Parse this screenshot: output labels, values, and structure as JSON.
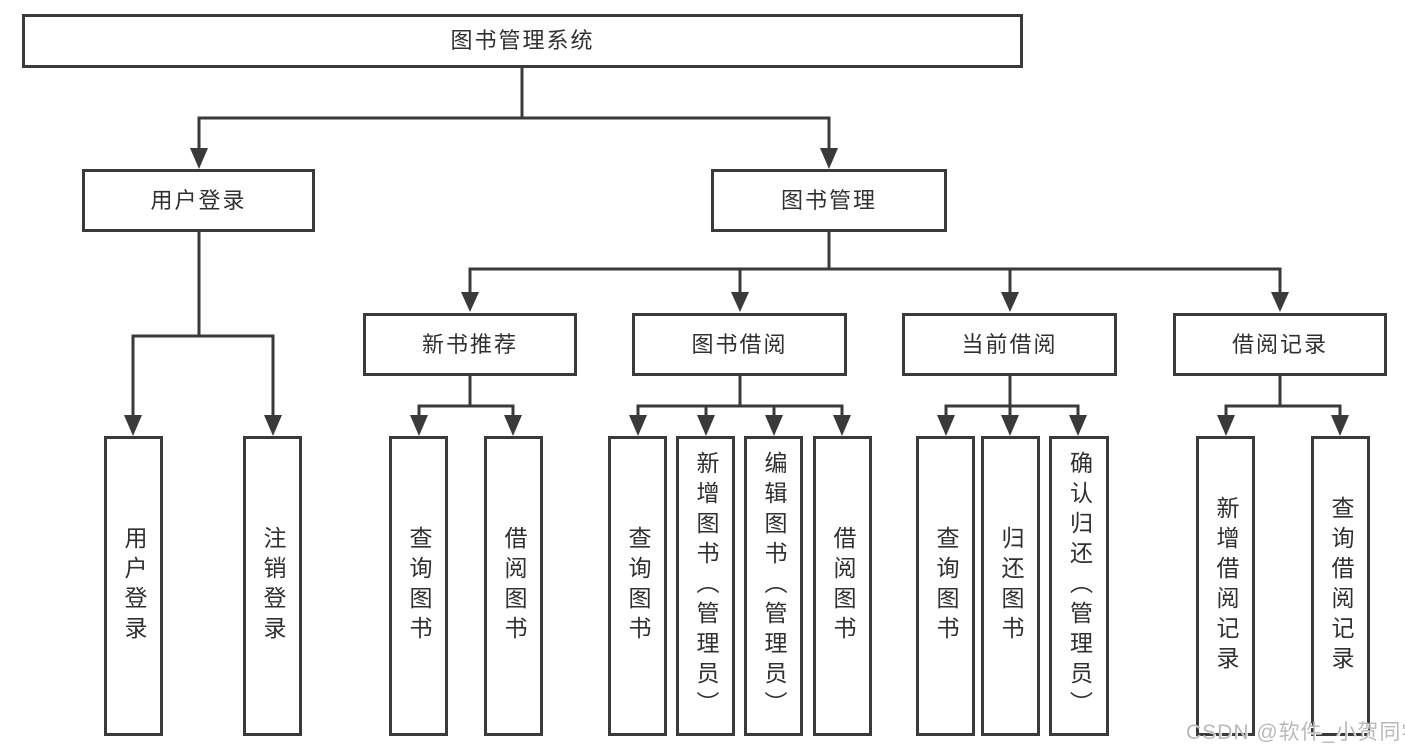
{
  "nodes": {
    "root": "图书管理系统",
    "user_login_branch": "用户登录",
    "book_mgmt_branch": "图书管理",
    "new_book_branch": "新书推荐",
    "book_borrow_branch": "图书借阅",
    "current_borrow_branch": "当前借阅",
    "borrow_record_branch": "借阅记录",
    "user_login_leaves": [
      "用户登录",
      "注销登录"
    ],
    "new_book_leaves": [
      "查询图书",
      "借阅图书"
    ],
    "book_borrow_leaves": [
      "查询图书",
      "新增图书（管理员）",
      "编辑图书（管理员）",
      "借阅图书"
    ],
    "current_borrow_leaves": [
      "查询图书",
      "归还图书",
      "确认归还（管理员）"
    ],
    "borrow_record_leaves": [
      "新增借阅记录",
      "查询借阅记录"
    ]
  },
  "colors": {
    "line": "#3a3a3a",
    "text": "#303030",
    "box_background": "#ffffff",
    "page_background": "#ffffff",
    "watermark": "#b9b9b9"
  },
  "watermark": "CSDN @软件_小贺同学"
}
